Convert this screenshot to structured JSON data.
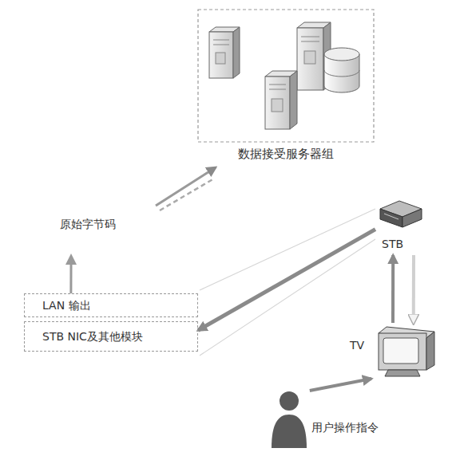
{
  "diagram": {
    "nodes": [
      {
        "text": [
          "数据接受服务器组"
        ]
      },
      {
        "text": [
          "LAN 输出"
        ]
      },
      {
        "text": [
          "STB NIC及其他模块"
        ]
      },
      {
        "text": [
          "STB"
        ]
      },
      {
        "text": [
          "TV"
        ]
      },
      {
        "text": [
          "用户操作指令"
        ]
      }
    ],
    "edges": [
      {
        "from": 1,
        "to": 0,
        "label": "原始字节码",
        "arrow": "to"
      },
      {
        "from": 3,
        "to": 2,
        "arrow": "to"
      },
      {
        "from": 4,
        "to": 3,
        "arrow": "to"
      },
      {
        "from": 3,
        "to": 4,
        "arrow": "to"
      },
      {
        "from": 5,
        "to": 4,
        "arrow": "to"
      }
    ]
  }
}
